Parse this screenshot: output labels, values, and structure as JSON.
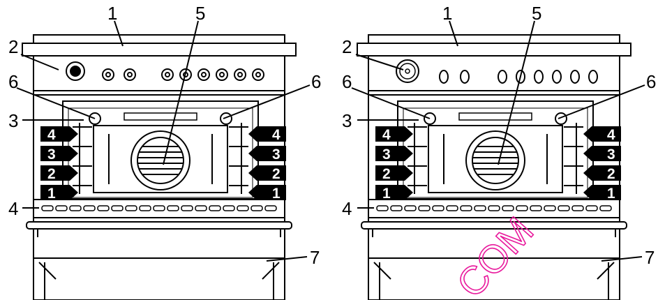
{
  "callouts": [
    "1",
    "2",
    "3",
    "4",
    "5",
    "6",
    "7"
  ],
  "shelf_levels": [
    "4",
    "3",
    "2",
    "1"
  ],
  "watermark": "COM",
  "colors": {
    "line": "#000000",
    "shelf_fill": "#000000",
    "shelf_text": "#ffffff",
    "watermark": "#e8179b"
  }
}
